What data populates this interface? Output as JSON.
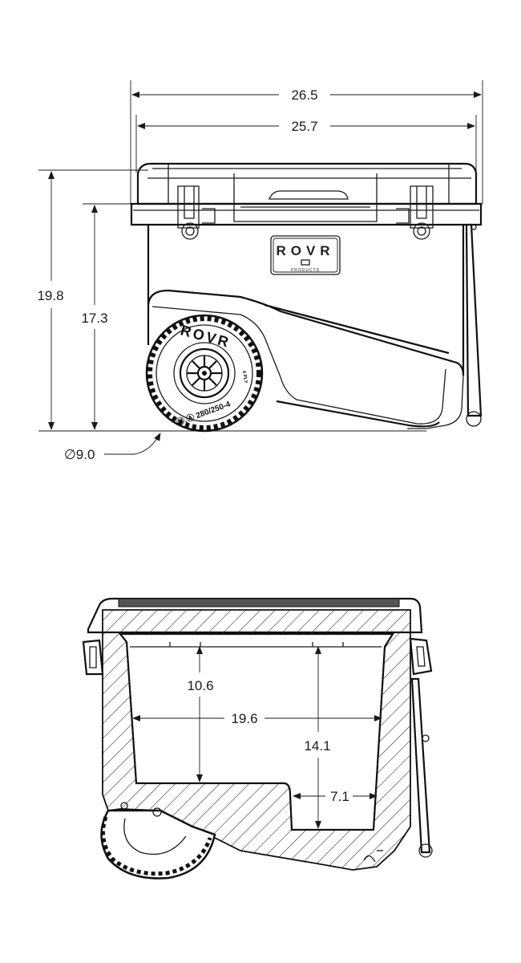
{
  "side_view": {
    "dims": {
      "overall_width": "26.5",
      "body_width": "25.7",
      "overall_height": "19.8",
      "body_height": "17.3",
      "wheel_diameter": "∅9.0"
    },
    "logo_text": "ROVR",
    "logo_subtext": "PRODUCTS",
    "tire_text": {
      "brand": "ROVR",
      "size": "Ⓜ.Ⓐ 280/250-4",
      "small": "4 PLY"
    }
  },
  "section_view": {
    "dims": {
      "upper_depth": "10.6",
      "interior_width": "19.6",
      "interior_depth": "14.1",
      "step_width": "7.1"
    }
  }
}
